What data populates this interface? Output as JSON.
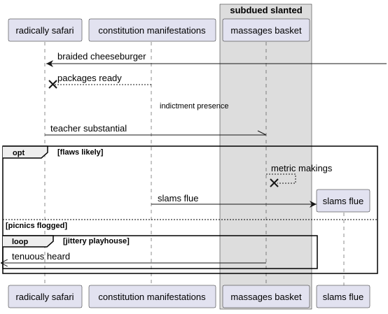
{
  "box": {
    "title": "subdued slanted"
  },
  "participants": {
    "radically_safari": "radically safari",
    "constitution_manifestations": "constitution manifestations",
    "massages_basket": "massages basket",
    "slams_flue": "slams flue"
  },
  "messages": {
    "m1": "braided cheeseburger",
    "m2": "packages ready",
    "delay": "indictment presence",
    "m3": "teacher substantial",
    "m4": "metric makings",
    "m5": "slams flue",
    "m6": "tenuous heard"
  },
  "fragments": {
    "opt": {
      "keyword": "opt",
      "guard": "[flaws likely]",
      "else_guard": "[picnics flogged]"
    },
    "loop": {
      "keyword": "loop",
      "guard": "[jittery playhouse]"
    }
  }
}
